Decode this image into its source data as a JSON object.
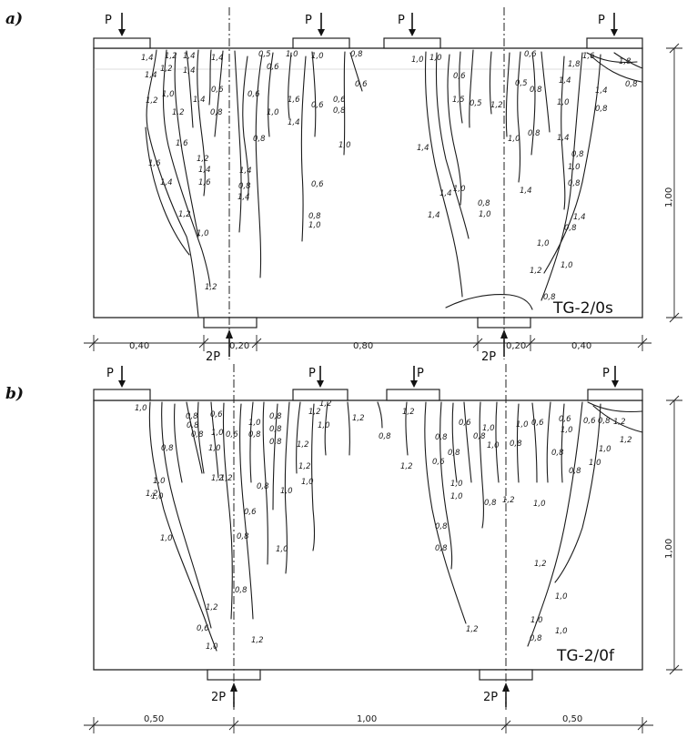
{
  "panel_a": {
    "label": "a)",
    "specimen": "TG-2/0s",
    "load_label": "P",
    "reaction_label": "2P",
    "dims": [
      "0,40",
      "0,20",
      "0,80",
      "0,20",
      "0,40"
    ],
    "height_dim": "1,00",
    "crack_loads": [
      "1,4",
      "1,2",
      "1,4",
      "1,4",
      "1,2",
      "1,4",
      "1,0",
      "1,4",
      "1,2",
      "1,2",
      "0,6",
      "0,8",
      "1,4",
      "1,6",
      "1,2",
      "1,4",
      "1,6",
      "1,6",
      "1,4",
      "1,2",
      "1,0",
      "1,2",
      "0,5",
      "1,0",
      "1,0",
      "0,8",
      "0,6",
      "1,6",
      "1,4",
      "0,6",
      "0,6",
      "0,6",
      "0,8",
      "1,4",
      "1,0",
      "0,6",
      "0,8",
      "0,8",
      "1,0",
      "1,4",
      "1,0",
      "0,8",
      "1,0",
      "0,6",
      "0,5",
      "1,5",
      "1,0",
      "1,2",
      "0,6",
      "0,5",
      "0,6",
      "1,4",
      "1,8",
      "1,6",
      "1,8",
      "0,8",
      "1,4",
      "0,8",
      "1,0",
      "0,8",
      "1,4",
      "1,0",
      "0,8",
      "1,0",
      "0,8",
      "1,4",
      "1,4",
      "1,4",
      "1,0",
      "0,8",
      "1,4",
      "1,4",
      "1,0",
      "0,8",
      "1,0",
      "0,8",
      "1,2",
      "1,0",
      "0,8"
    ]
  },
  "panel_b": {
    "label": "b)",
    "specimen": "TG-2/0f",
    "load_label": "P",
    "reaction_label": "2P",
    "dims": [
      "0,50",
      "1,00",
      "0,50"
    ],
    "height_dim": "1,00",
    "crack_loads": [
      "1,0",
      "0,8",
      "0,6",
      "0,8",
      "1,0",
      "0,8",
      "0,6",
      "0,8",
      "1,0",
      "0,8",
      "0,8",
      "1,2",
      "0,8",
      "1,2",
      "1,2",
      "1,0",
      "1,2",
      "0,8",
      "1,0",
      "1,2",
      "1,0",
      "1,0",
      "0,6",
      "1,0",
      "1,0",
      "1,0",
      "1,2",
      "0,8",
      "1,2",
      "1,2",
      "0,8",
      "0,6",
      "0,8",
      "0,8",
      "1,0",
      "0,8",
      "1,0",
      "0,6",
      "0,8",
      "0,8",
      "1,0",
      "1,2",
      "1,2",
      "1,0",
      "0,8",
      "1,2",
      "1,0",
      "0,8",
      "1,0",
      "0,6",
      "0,8",
      "1,2",
      "1,0",
      "0,8",
      "1,0",
      "1,2",
      "1,0",
      "0,8",
      "0,8",
      "1,0",
      "1,2",
      "1,0",
      "1,2",
      "1,0",
      "0,6",
      "0,8",
      "1,2",
      "1,2",
      "0,6",
      "0,6",
      "1,0",
      "0,8",
      "1,0"
    ]
  }
}
